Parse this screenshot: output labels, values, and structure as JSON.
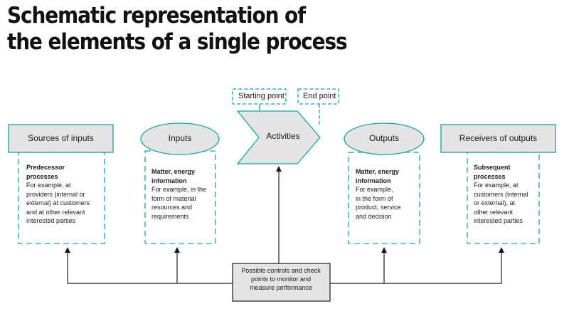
{
  "title": {
    "line1": "Schematic representation of",
    "line2": "the elements of a single process"
  },
  "markers": {
    "start": "Starting point",
    "end": "End point"
  },
  "nodes": {
    "sources": "Sources of inputs",
    "inputs": "Inputs",
    "activities": "Activities",
    "outputs": "Outputs",
    "receivers": "Receivers of outputs"
  },
  "panels": {
    "sources": {
      "heading": [
        "Predecessor",
        "processes"
      ],
      "body": [
        "For example, at",
        "providers (internal or",
        "external) at customers",
        "and at other relevant",
        "interested parties"
      ]
    },
    "inputs": {
      "heading": [
        "Matter, energy",
        "information"
      ],
      "body": [
        "For example, in the",
        "form of material",
        "resources and",
        "requirements"
      ]
    },
    "outputs": {
      "heading": [
        "Matter, energy",
        "information"
      ],
      "body": [
        "For example,",
        "in the form of",
        "product, service",
        "and decision"
      ]
    },
    "receivers": {
      "heading": [
        "Subsequent",
        "processes"
      ],
      "body": [
        "For example, at",
        "customers (internal",
        "or external), at",
        "other relevant",
        "interested parties"
      ]
    }
  },
  "controls": {
    "lines": [
      "Possible controls and check",
      "points to monitor and",
      "measure performance"
    ]
  },
  "colors": {
    "box_fill": "#e3e4e5",
    "teal": "#1aa39a",
    "arrow": "#1a1a1a"
  }
}
